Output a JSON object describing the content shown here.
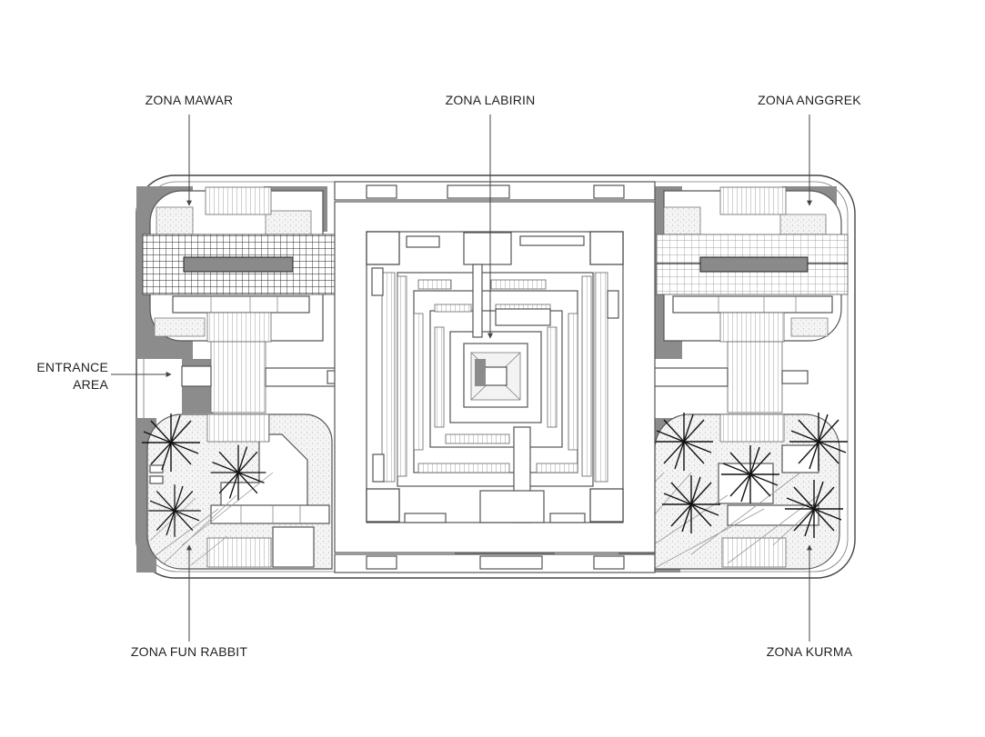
{
  "labels": {
    "zona_mawar": "ZONA MAWAR",
    "zona_labirin": "ZONA LABIRIN",
    "zona_anggrek": "ZONA ANGGREK",
    "entrance_line1": "ENTRANCE",
    "entrance_line2": "AREA",
    "zona_fun_rabbit": "ZONA FUN RABBIT",
    "zona_kurma": "ZONA KURMA"
  },
  "colors": {
    "background": "#ffffff",
    "line": "#555555",
    "shadow": "#8c8c8c",
    "text": "#222222"
  },
  "icons": [
    "tree-symbol-icon",
    "leader-arrow-icon"
  ]
}
